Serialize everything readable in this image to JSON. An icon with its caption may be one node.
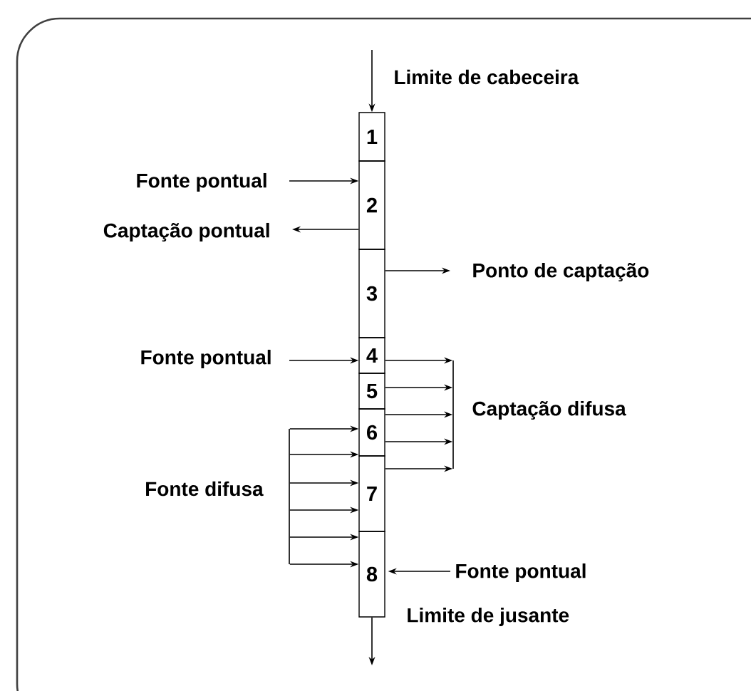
{
  "diagram": {
    "nodes": [
      {
        "text": [
          "1"
        ]
      },
      {
        "text": [
          "2"
        ]
      },
      {
        "text": [
          "3"
        ]
      },
      {
        "text": [
          "4"
        ]
      },
      {
        "text": [
          "5"
        ]
      },
      {
        "text": [
          "6"
        ]
      },
      {
        "text": [
          "7"
        ]
      },
      {
        "text": [
          "8"
        ]
      },
      {
        "text": [
          "Fonte pontual"
        ]
      },
      {
        "text": [
          "Captação pontual"
        ]
      },
      {
        "text": [
          "Ponto de captação"
        ]
      },
      {
        "text": [
          "Fonte pontual"
        ]
      },
      {
        "text": [],
        "shape": "bar",
        "beside": [
          "Captação difusa"
        ]
      },
      {
        "text": [],
        "shape": "bar",
        "beside": [
          "Fonte difusa"
        ]
      },
      {
        "text": [
          "Fonte pontual"
        ]
      }
    ],
    "edges": [
      {
        "from": null,
        "to": 0,
        "arrow": "to"
      },
      {
        "from": 7,
        "to": null,
        "arrow": "to"
      },
      {
        "from": 8,
        "to": 1,
        "arrow": "to"
      },
      {
        "from": 1,
        "to": 9,
        "arrow": "to"
      },
      {
        "from": 2,
        "to": 10,
        "arrow": "to"
      },
      {
        "from": 11,
        "to": 3,
        "arrow": "to"
      },
      {
        "from": 3,
        "to": 12,
        "arrow": "to"
      },
      {
        "from": 4,
        "to": 12,
        "arrow": "to"
      },
      {
        "from": 5,
        "to": 12,
        "arrow": "to"
      },
      {
        "from": 5,
        "to": 12,
        "arrow": "to"
      },
      {
        "from": 6,
        "to": 12,
        "arrow": "to"
      },
      {
        "from": 13,
        "to": 5,
        "arrow": "to"
      },
      {
        "from": 13,
        "to": 5,
        "arrow": "to"
      },
      {
        "from": 13,
        "to": 6,
        "arrow": "to"
      },
      {
        "from": 13,
        "to": 6,
        "arrow": "to"
      },
      {
        "from": 13,
        "to": 7,
        "arrow": "to"
      },
      {
        "from": 13,
        "to": 7,
        "arrow": "to"
      },
      {
        "from": 14,
        "to": 7,
        "arrow": "to"
      }
    ],
    "labels": [
      "Limite de cabeceira",
      "Limite de jusante"
    ]
  }
}
